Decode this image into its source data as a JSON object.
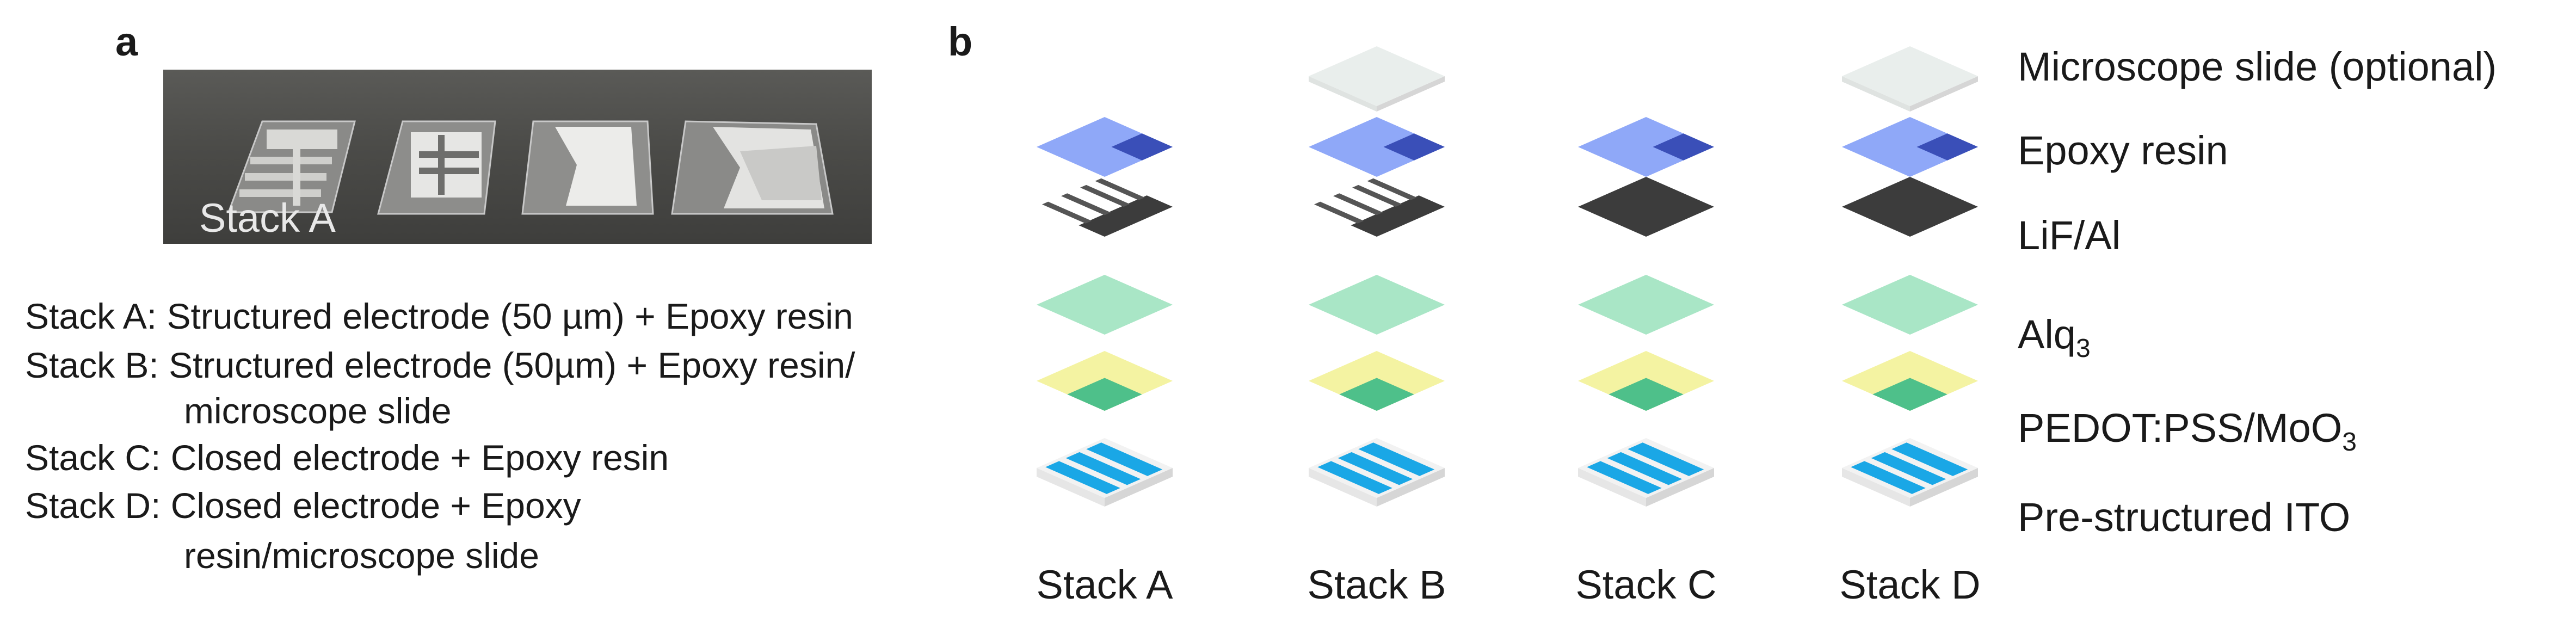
{
  "panels": {
    "a": "a",
    "b": "b"
  },
  "photo": {
    "label": "Stack A"
  },
  "legend": [
    {
      "name": "Stack A:",
      "text": "Structured electrode (50 µm) + Epoxy resin",
      "cont": ""
    },
    {
      "name": "Stack B:",
      "text": "Structured electrode (50µm) + Epoxy resin/",
      "cont": "microscope slide"
    },
    {
      "name": "Stack C:",
      "text": "Closed electrode + Epoxy resin",
      "cont": ""
    },
    {
      "name": "Stack D:",
      "text": "Closed electrode + Epoxy",
      "cont": "resin/microscope  slide"
    }
  ],
  "stacks": [
    "Stack A",
    "Stack B",
    "Stack C",
    "Stack D"
  ],
  "layers": [
    {
      "main": "Microscope slide (optional)",
      "sub": "",
      "post": ""
    },
    {
      "main": "Epoxy resin",
      "sub": "",
      "post": ""
    },
    {
      "main": "LiF/Al",
      "sub": "",
      "post": ""
    },
    {
      "main": "Alq",
      "sub": "3",
      "post": ""
    },
    {
      "main": "PEDOT:PSS/MoO",
      "sub": "3",
      "post": ""
    },
    {
      "main": "Pre-structured ITO",
      "sub": "",
      "post": ""
    }
  ],
  "colors": {
    "ito": "#1aa7e6",
    "substrate": "#f2f2f2",
    "pedot": "#f4f3a2",
    "alq": "#a9e6c6",
    "overlap": "#4ec08a",
    "electrode": "#3c3c3c",
    "epoxy": "#8fa8f8",
    "epoxy_overlap": "#3a4fb8",
    "slide": "#e9eeec"
  }
}
